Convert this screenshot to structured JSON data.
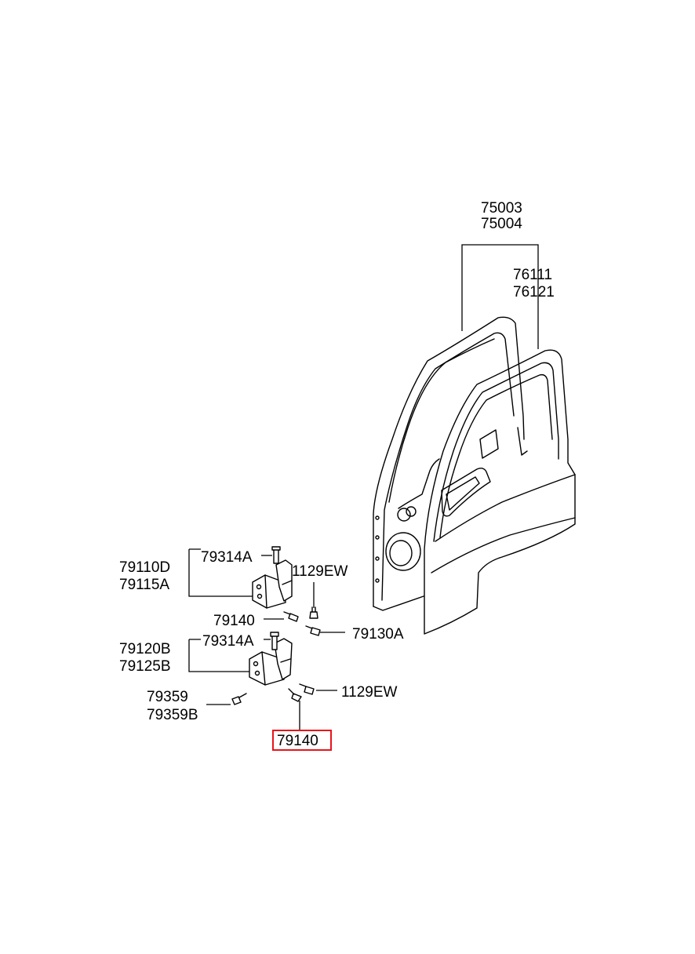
{
  "labels": {
    "p75003": "75003",
    "p75004": "75004",
    "p76111": "76111",
    "p76121": "76121",
    "p79110D": "79110D",
    "p79115A": "79115A",
    "p79314A_upper": "79314A",
    "p1129EW_upper": "1129EW",
    "p79140_upper": "79140",
    "p79130A": "79130A",
    "p79120B": "79120B",
    "p79125B": "79125B",
    "p79314A_lower": "79314A",
    "p1129EW_lower": "1129EW",
    "p79359": "79359",
    "p79359B": "79359B",
    "p79140_lower": "79140"
  },
  "highlighted_part": "79140",
  "colors": {
    "line": "#000000",
    "highlight": "#e8141c",
    "background": "#ffffff"
  }
}
